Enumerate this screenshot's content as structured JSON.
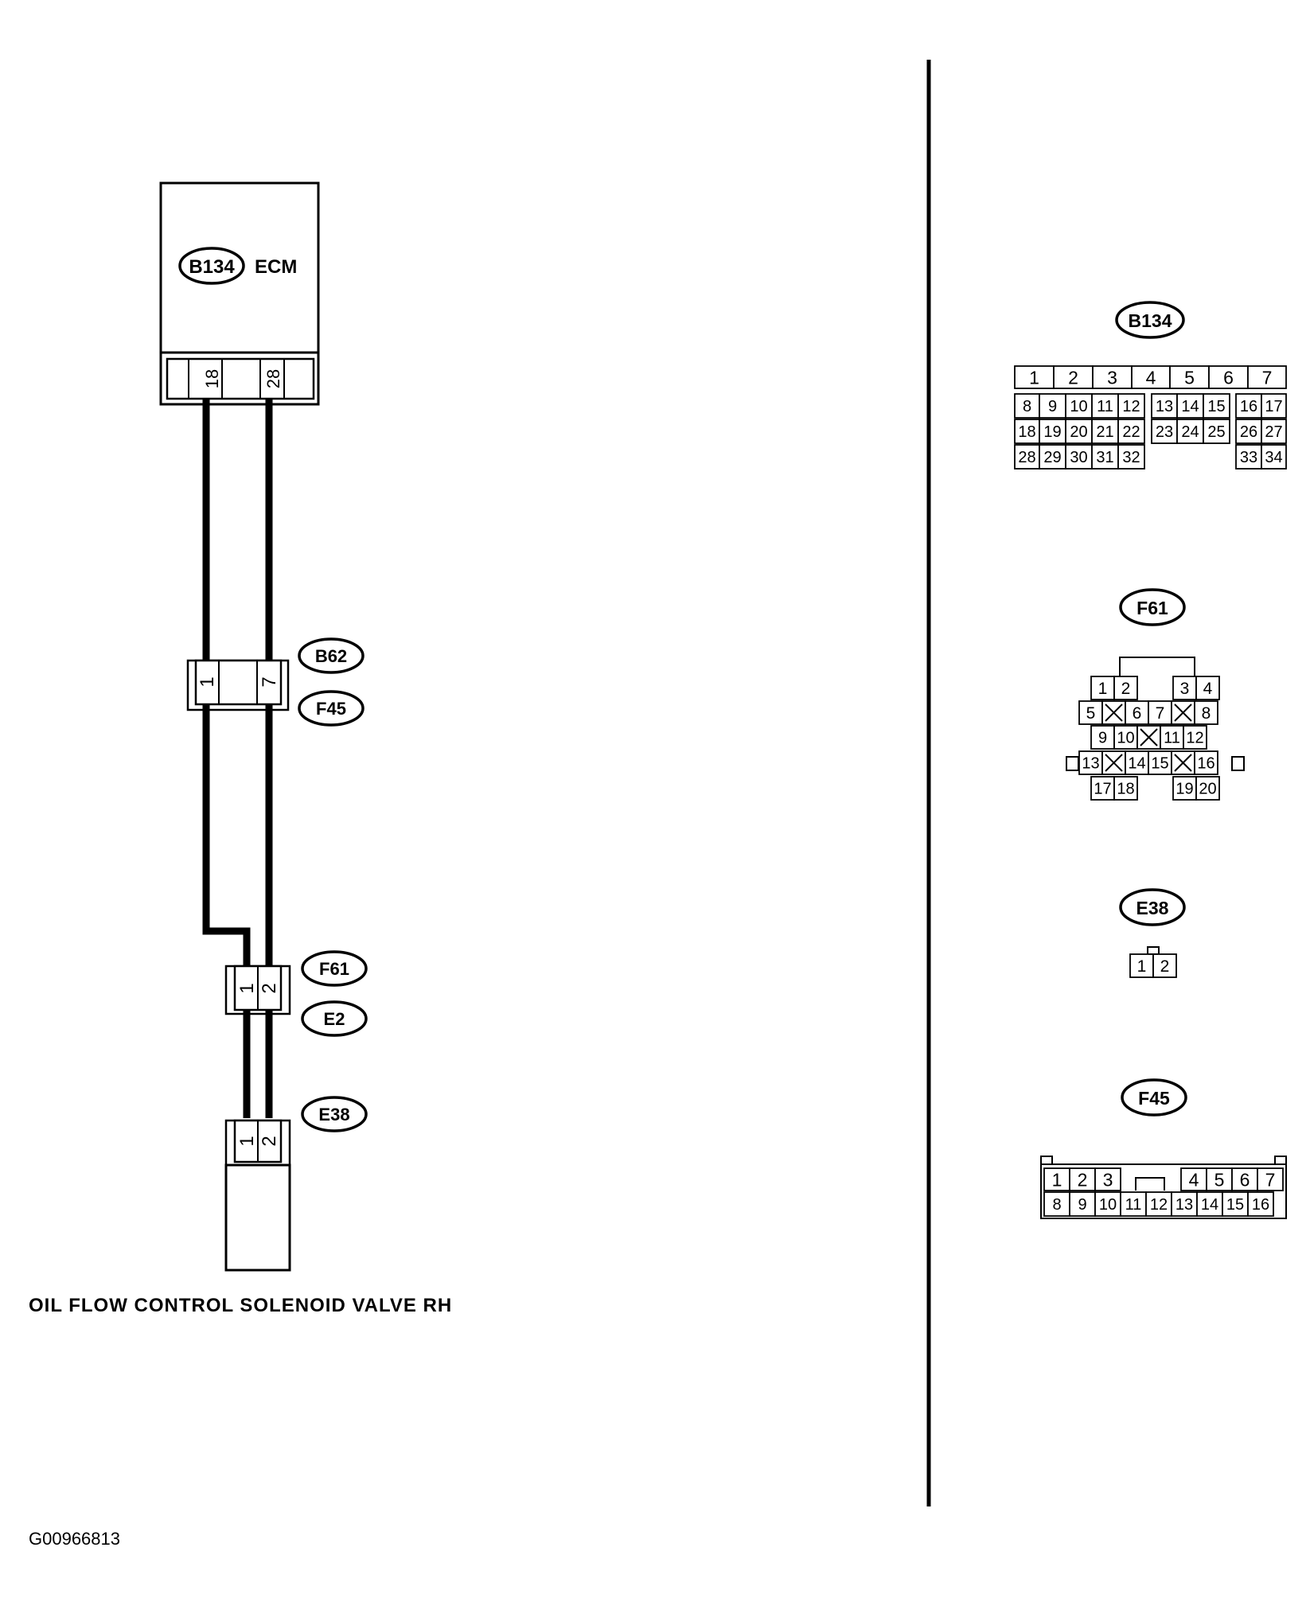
{
  "diagram_id": "G00966813",
  "component_label": "OIL FLOW CONTROL SOLENOID VALVE RH",
  "ecm": {
    "connector": "B134",
    "name": "ECM",
    "pins": [
      "18",
      "28"
    ]
  },
  "joint_upper": {
    "top": "B62",
    "bottom": "F45",
    "pins": [
      "1",
      "7"
    ]
  },
  "joint_lower": {
    "top": "F61",
    "bottom": "E2",
    "pins": [
      "1",
      "2"
    ]
  },
  "solenoid_connector": {
    "name": "E38",
    "pins": [
      "1",
      "2"
    ]
  },
  "connector_views": [
    {
      "name": "B134",
      "rows": [
        [
          "1",
          "2",
          "3",
          "4",
          "5",
          "6",
          "7"
        ],
        [
          "8",
          "9",
          "10",
          "11",
          "12",
          "13",
          "14",
          "15",
          "16",
          "17"
        ],
        [
          "18",
          "19",
          "20",
          "21",
          "22",
          "23",
          "24",
          "25",
          "26",
          "27"
        ],
        [
          "28",
          "29",
          "30",
          "31",
          "32",
          "33",
          "34"
        ]
      ]
    },
    {
      "name": "F61",
      "rows": [
        [
          "1",
          "2",
          "3",
          "4"
        ],
        [
          "5",
          "6",
          "7",
          "8"
        ],
        [
          "9",
          "10",
          "11",
          "12"
        ],
        [
          "13",
          "14",
          "15",
          "16"
        ],
        [
          "17",
          "18",
          "19",
          "20"
        ]
      ]
    },
    {
      "name": "E38",
      "rows": [
        [
          "1",
          "2"
        ]
      ]
    },
    {
      "name": "F45",
      "rows": [
        [
          "1",
          "2",
          "3",
          "4",
          "5",
          "6",
          "7"
        ],
        [
          "8",
          "9",
          "10",
          "11",
          "12",
          "13",
          "14",
          "15",
          "16"
        ]
      ]
    }
  ]
}
